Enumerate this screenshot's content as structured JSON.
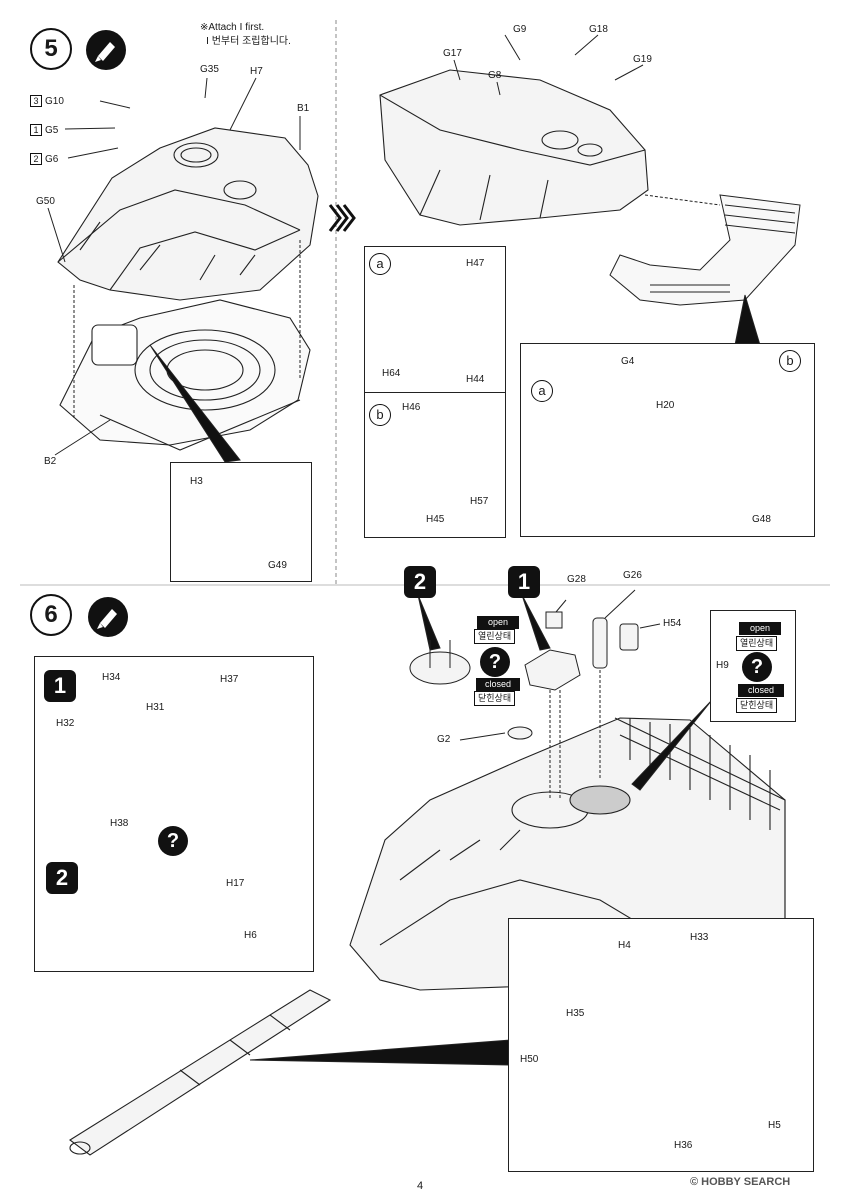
{
  "step5": {
    "number": "5",
    "note_en": "※Attach Ⅰ first.",
    "note_ko": "Ⅰ 번부터 조립합니다.",
    "order_labels": [
      "3",
      "1",
      "2"
    ],
    "parts_left": {
      "g35": "G35",
      "h7": "H7",
      "b1": "B1",
      "g10": "G10",
      "g5": "G5",
      "g6": "G6",
      "g50": "G50",
      "b2": "B2"
    },
    "parts_right": {
      "g9": "G9",
      "g18": "G18",
      "g17": "G17",
      "g8": "G8",
      "g19": "G19"
    },
    "inset_h3": {
      "h3": "H3",
      "h49": "G49"
    },
    "sub_a": {
      "label": "a",
      "h47": "H47",
      "h64": "H64",
      "h44": "H44"
    },
    "sub_b": {
      "label": "b",
      "h46": "H46",
      "h57": "H57",
      "h45": "H45"
    },
    "basket": {
      "a": "a",
      "b": "b",
      "g4": "G4",
      "h20": "H20",
      "g48": "G48"
    }
  },
  "step6": {
    "number": "6",
    "sub1": {
      "badge": "1",
      "h34": "H34",
      "h31": "H31",
      "h32": "H32",
      "h38": "H38",
      "h37": "H37"
    },
    "sub2": {
      "badge": "2",
      "h17": "H17",
      "h6": "H6",
      "question": "?"
    },
    "callouts": {
      "badge2": "2",
      "badge1": "1",
      "open_en": "open",
      "open_ko": "열린상태",
      "closed_en": "closed",
      "closed_ko": "닫힌상태",
      "question": "?"
    },
    "h9_box": {
      "open_en": "open",
      "open_ko": "열린상태",
      "closed_en": "closed",
      "closed_ko": "닫힌상태",
      "label": "H9",
      "question": "?"
    },
    "parts": {
      "g28": "G28",
      "g26": "G26",
      "h54": "H54",
      "g2": "G2"
    },
    "gun": {
      "h4": "H4",
      "h33": "H33",
      "h35": "H35",
      "h50": "H50",
      "h5": "H5",
      "h36": "H36"
    }
  },
  "footer": {
    "page": "4",
    "watermark": "HOBBY SEARCH",
    "copyright": "©"
  }
}
